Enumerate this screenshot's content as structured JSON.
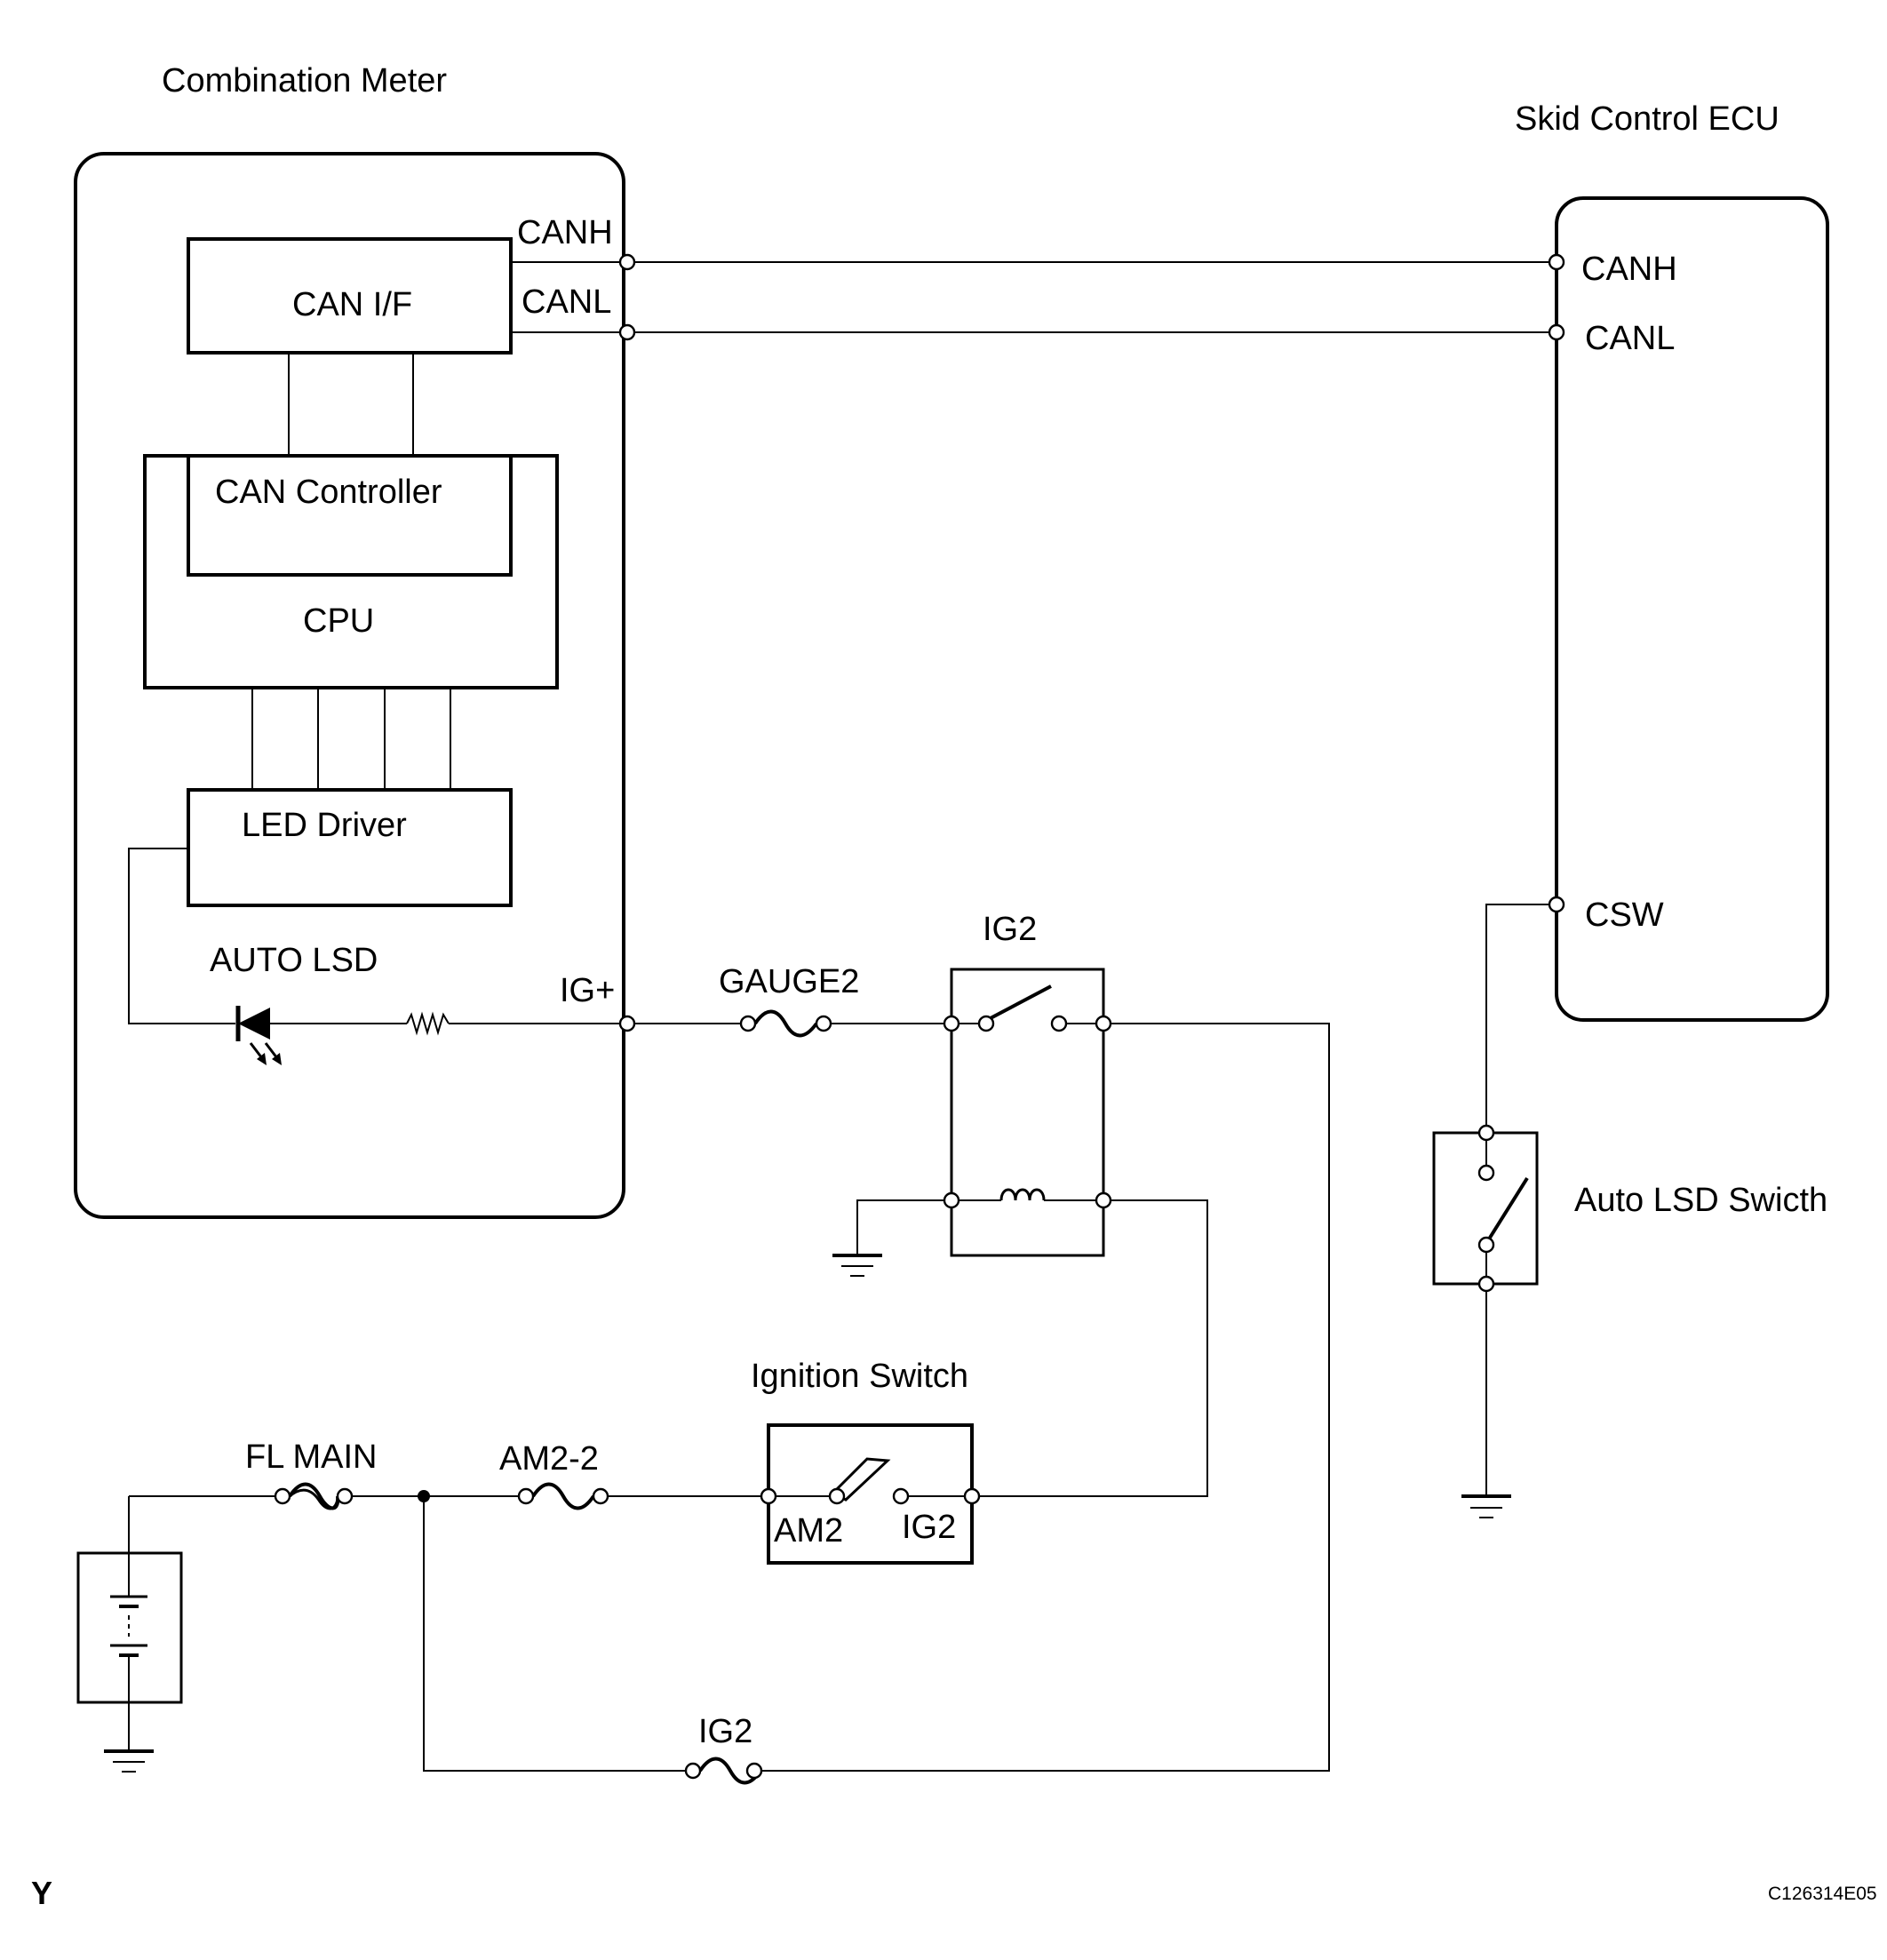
{
  "components": {
    "combination_meter": {
      "title": "Combination Meter",
      "can_if": "CAN I/F",
      "can_controller": "CAN Controller",
      "cpu": "CPU",
      "led_driver": "LED Driver",
      "auto_lsd": "AUTO LSD",
      "canh_pin": "CANH",
      "canl_pin": "CANL",
      "ig_pin": "IG+"
    },
    "skid_control_ecu": {
      "title": "Skid Control ECU",
      "canh_pin": "CANH",
      "canl_pin": "CANL",
      "csw_pin": "CSW"
    },
    "ig2_relay": {
      "title": "IG2"
    },
    "auto_lsd_switch": {
      "title": "Auto LSD Swicth"
    },
    "ignition_switch": {
      "title": "Ignition Switch",
      "am2_terminal": "AM2",
      "ig2_terminal": "IG2"
    }
  },
  "fuses": {
    "fl_main": "FL MAIN",
    "am2_2": "AM2-2",
    "gauge2": "GAUGE2",
    "ig2": "IG2"
  },
  "footer": {
    "left_mark": "Y",
    "figure_id": "C126314E05"
  }
}
